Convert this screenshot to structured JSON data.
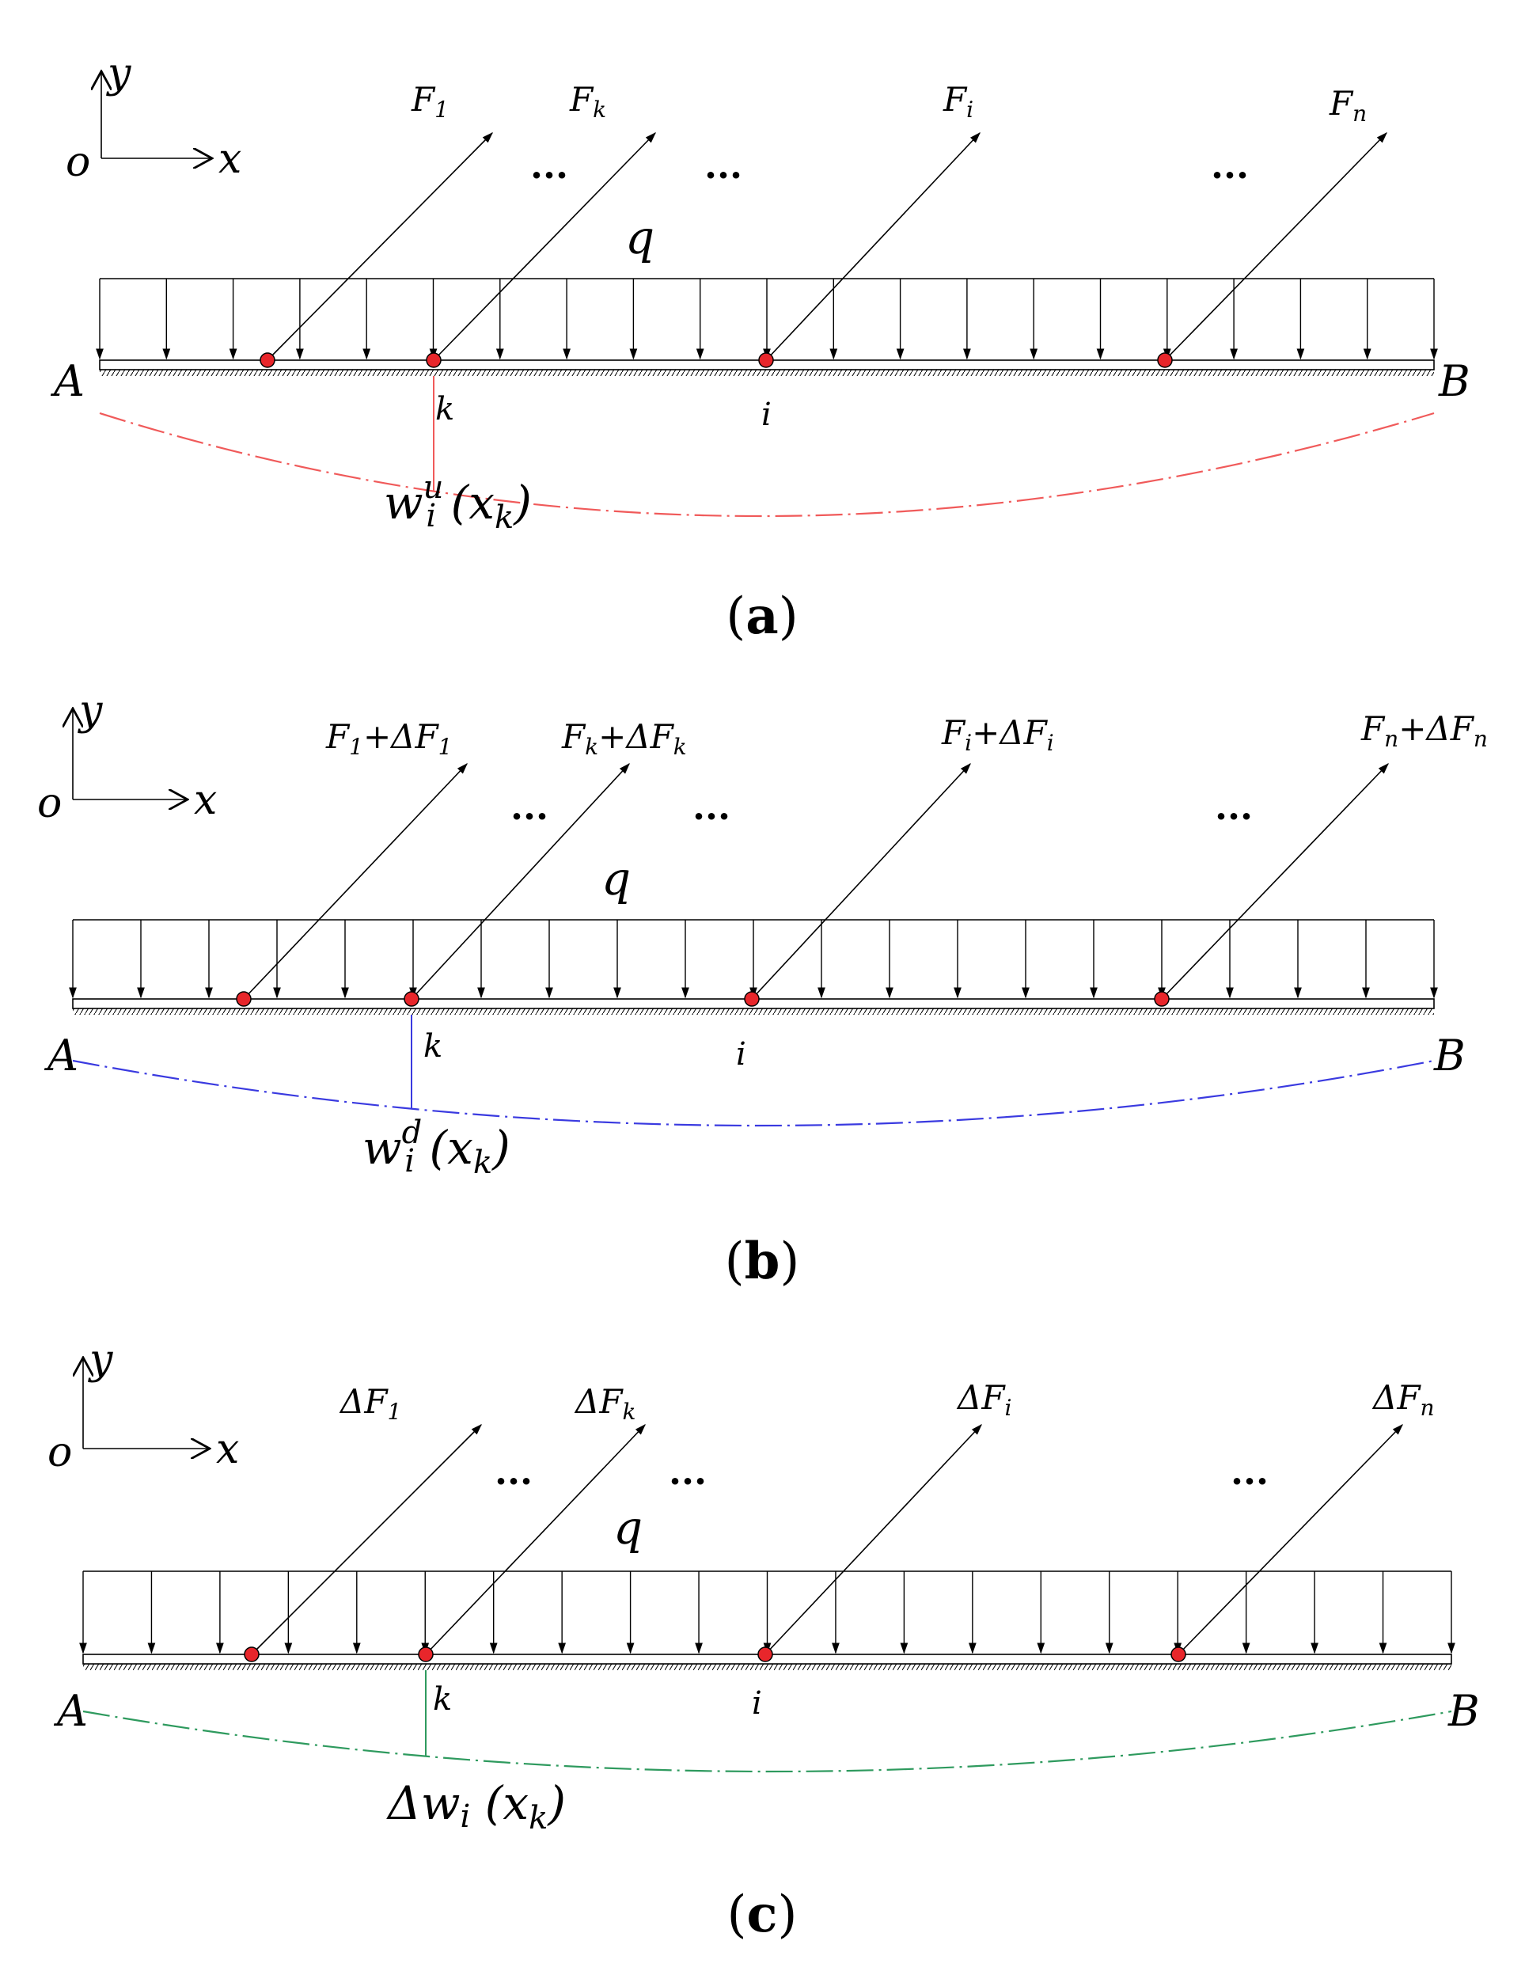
{
  "panels": [
    {
      "id": "a",
      "caption": "(a)",
      "caption_letter": "a",
      "axis": {
        "y": "y",
        "o": "o",
        "x": "x"
      },
      "load": "q",
      "end_left": "A",
      "end_right": "B",
      "point_k": "k",
      "point_i": "i",
      "ellipsis": "...",
      "forces": [
        {
          "base": "F",
          "sub": "1",
          "delta": ""
        },
        {
          "base": "F",
          "sub": "k",
          "delta": ""
        },
        {
          "base": "F",
          "sub": "i",
          "delta": ""
        },
        {
          "base": "F",
          "sub": "n",
          "delta": ""
        }
      ],
      "deflection": {
        "main": "w",
        "sup": "u",
        "sub": "i",
        "arg_open": " (x",
        "arg_sub": "k",
        "arg_close": ")"
      },
      "curve_color": "#f05a5a"
    },
    {
      "id": "b",
      "caption": "(b)",
      "caption_letter": "b",
      "axis": {
        "y": "y",
        "o": "o",
        "x": "x"
      },
      "load": "q",
      "end_left": "A",
      "end_right": "B",
      "point_k": "k",
      "point_i": "i",
      "ellipsis": "...",
      "forces": [
        {
          "base": "F",
          "sub": "1",
          "delta": "+ΔF"
        },
        {
          "base": "F",
          "sub": "k",
          "delta": "+ΔF"
        },
        {
          "base": "F",
          "sub": "i",
          "delta": "+ΔF"
        },
        {
          "base": "F",
          "sub": "n",
          "delta": "+ΔF"
        }
      ],
      "deflection": {
        "main": "w",
        "sup": "d",
        "sub": "i",
        "arg_open": " (x",
        "arg_sub": "k",
        "arg_close": ")"
      },
      "curve_color": "#3a3ae0"
    },
    {
      "id": "c",
      "caption": "(c)",
      "caption_letter": "c",
      "axis": {
        "y": "y",
        "o": "o",
        "x": "x"
      },
      "load": "q",
      "end_left": "A",
      "end_right": "B",
      "point_k": "k",
      "point_i": "i",
      "ellipsis": "...",
      "forces": [
        {
          "base": "ΔF",
          "sub": "1",
          "delta": ""
        },
        {
          "base": "ΔF",
          "sub": "k",
          "delta": ""
        },
        {
          "base": "ΔF",
          "sub": "i",
          "delta": ""
        },
        {
          "base": "ΔF",
          "sub": "n",
          "delta": ""
        }
      ],
      "deflection": {
        "main": "Δw",
        "sup": "",
        "sub": "i",
        "arg_open": " (x",
        "arg_sub": "k",
        "arg_close": ")"
      },
      "curve_color": "#2e9a5e"
    }
  ],
  "colors": {
    "node_fill": "#e8262b",
    "line": "#000000"
  }
}
